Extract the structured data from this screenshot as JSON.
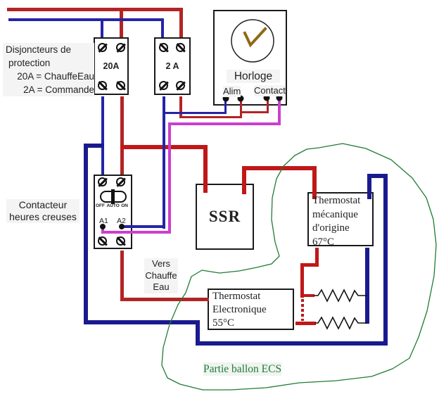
{
  "colors": {
    "phase_wire": "#b32424",
    "phase_wire_thick": "#c01818",
    "neutral_wire": "#2424a8",
    "neutral_wire_thick": "#1a1a8f",
    "control_wire_magenta": "#cc3fcc",
    "enclosure_green": "#1e7c35",
    "clock_hands": "#8f6a14"
  },
  "protection_note": {
    "line1": "Disjoncteurs de",
    "line2": "protection",
    "line3": "20A = ChauffeEau",
    "line4": "2A = Commande"
  },
  "breakers": {
    "main": "20A",
    "control": "2 A"
  },
  "clock": {
    "title": "Horloge",
    "terminal_left": "Alim",
    "terminal_right": "Contact"
  },
  "contactor": {
    "caption_line1": "Contacteur",
    "caption_line2": "heures creuses",
    "switch_off": "OFF",
    "switch_auto": "AUTO",
    "switch_on": "ON",
    "coil_a1": "A1",
    "coil_a2": "A2"
  },
  "ssr": {
    "label": "SSR"
  },
  "thermostat_mechanical": {
    "line1": "Thermostat",
    "line2": "mécanique",
    "line3": "d'origine",
    "line4": "67°C"
  },
  "thermostat_electronic": {
    "line1": "Thermostat",
    "line2": "Electronique",
    "line3": "55°C"
  },
  "output_note": {
    "line1": "Vers",
    "line2": "Chauffe",
    "line3": "Eau"
  },
  "tank_note": "Partie ballon ECS"
}
